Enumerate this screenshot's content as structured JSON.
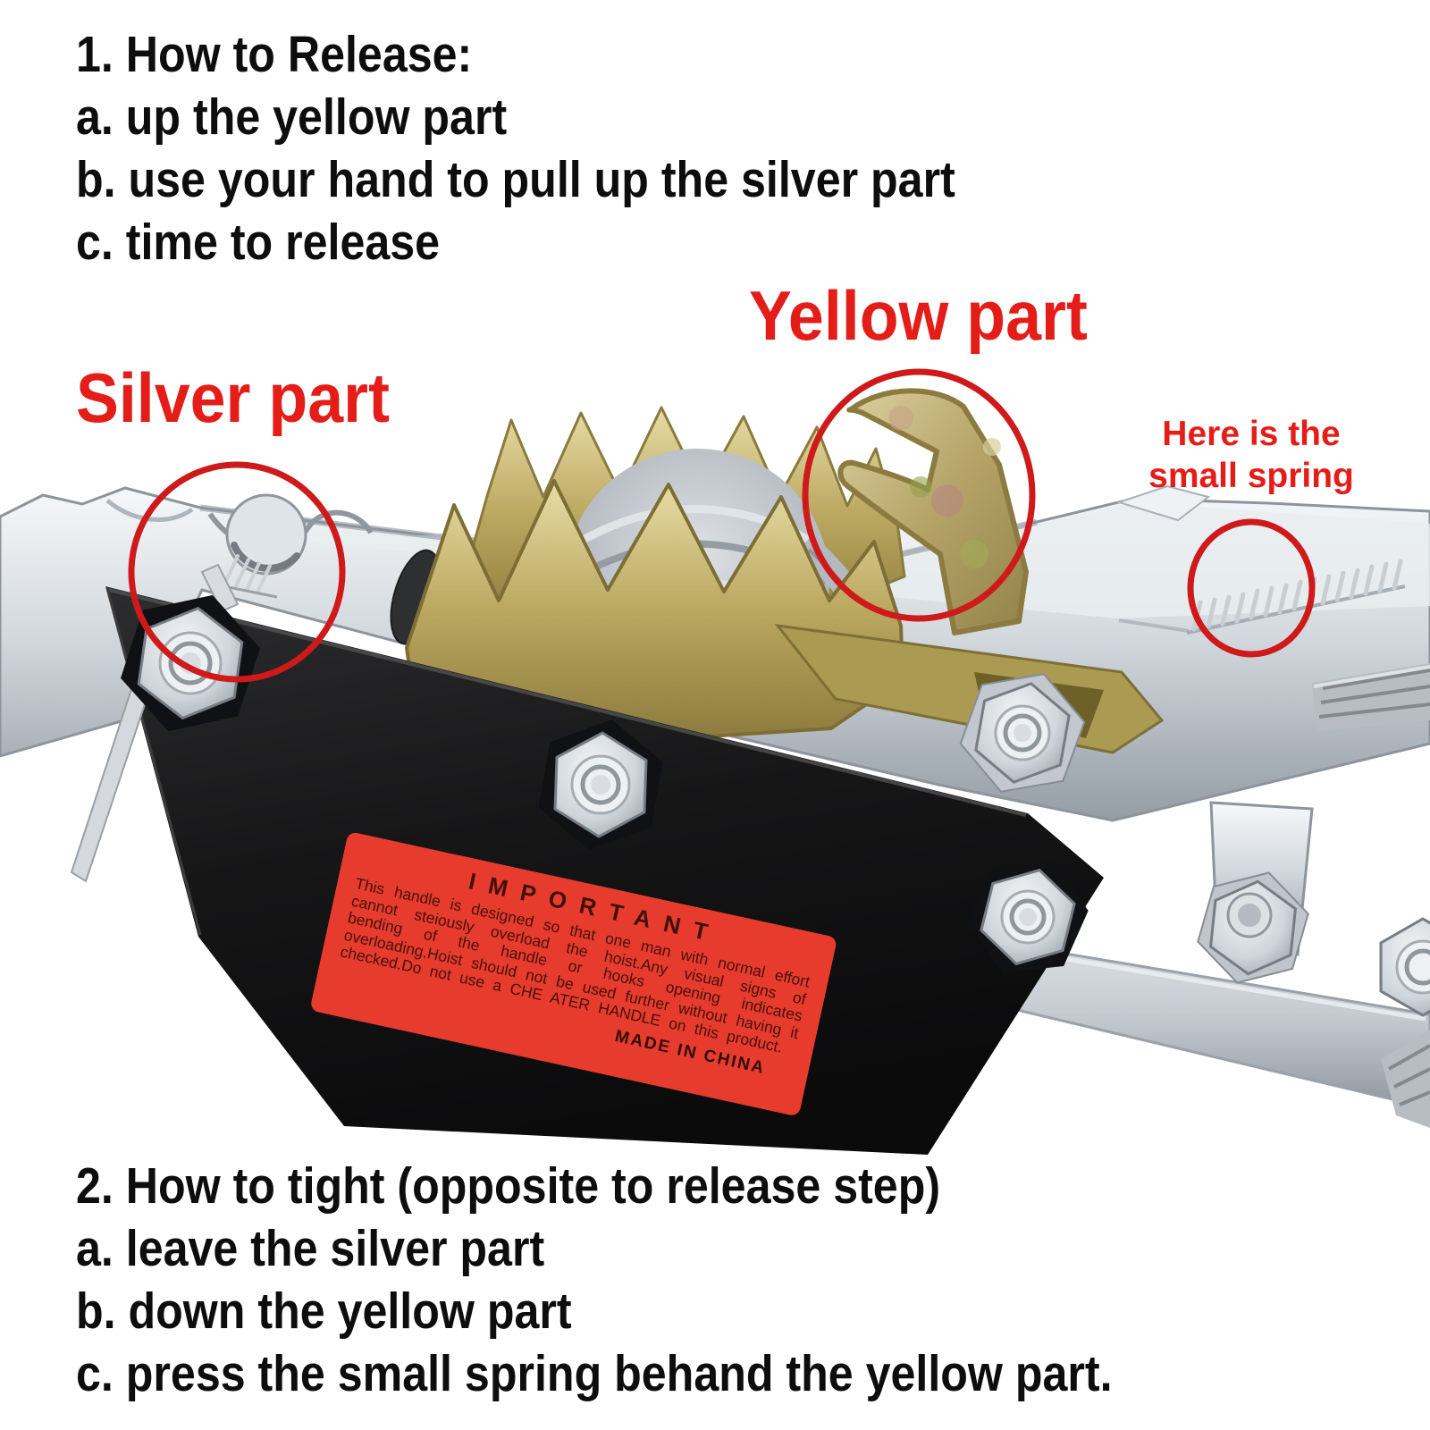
{
  "release_steps": {
    "title": "1. How to Release:",
    "step_a": "a. up the yellow part",
    "step_b": "b. use your hand to pull up the silver part",
    "step_c": "c. time to release"
  },
  "tighten_steps": {
    "title": "2. How to tight (opposite to release step)",
    "step_a": "a. leave the silver part",
    "step_b": "b. down the yellow part",
    "step_c": "c. press the small spring behand the yellow part."
  },
  "callouts": {
    "silver": "Silver part",
    "yellow": "Yellow part",
    "spring_line1": "Here is the",
    "spring_line2": "small spring"
  },
  "warning_label": {
    "title": "IMPORTANT",
    "body": "This handle is designed so that one man with normal effort cannot steiously overload the hoist.Any visual signs of bending of the handle or hooks opening indicates overloading.Hoist should not be used further without having it checked.Do not use a CHE ATER HANDLE on this product.",
    "made_in": "MADE IN CHINA"
  },
  "colors": {
    "callout_red": "#e41d18",
    "circle_red": "#ce1a1a",
    "label_background": "#e73b2d",
    "label_text": "#451109",
    "plate_black": "#141414",
    "zinc_yellow": "#baa75f",
    "silver": "#c9ced3"
  }
}
